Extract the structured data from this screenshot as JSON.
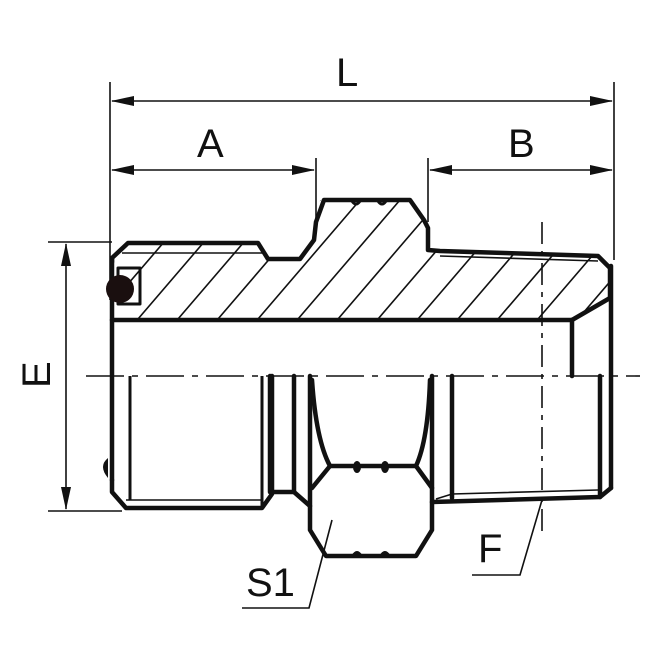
{
  "drawing": {
    "title": "Hydraulic adapter fitting cross-section",
    "colors": {
      "line": "#111111",
      "background": "#ffffff",
      "oring": "#1a0f0f"
    }
  },
  "dimensions": {
    "overall_length": {
      "label": "L"
    },
    "left_thread_length": {
      "label": "A"
    },
    "right_thread_length": {
      "label": "B"
    },
    "left_thread_diameter": {
      "label": "E"
    },
    "right_thread_size": {
      "label": "F"
    },
    "hex_size": {
      "label": "S1"
    }
  }
}
